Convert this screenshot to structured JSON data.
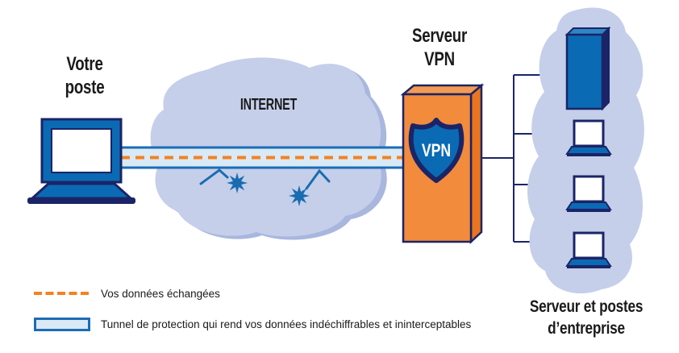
{
  "diagram": {
    "labels": {
      "your_station": "Votre\nposte",
      "internet": "INTERNET",
      "vpn_server": "Serveur\nVPN",
      "vpn_shield": "VPN",
      "enterprise": "Serveur et postes\nd’entreprise"
    },
    "legend": [
      {
        "swatch": "orange-dashed-line",
        "label": "Vos données échangées"
      },
      {
        "swatch": "protection-tunnel-rectangle",
        "label": "Tunnel de protection qui rend vos données indéchiffrables et ininterceptables"
      }
    ],
    "icons": {
      "your_laptop": "laptop-icon",
      "internet_cloud": "internet-cloud-icon",
      "attacks": "attack-arrow-starburst-icon",
      "vpn_server_box": "vpn-server-box-icon",
      "vpn_shield": "vpn-shield-icon",
      "enterprise_cloud": "enterprise-cloud-icon",
      "server_tower": "server-tower-icon",
      "workstations": "workstation-laptop-icon"
    },
    "colors": {
      "navy": "#1b2467",
      "blue": "#0b6ab4",
      "blue_mid": "#2e86c5",
      "cloud": "#c5cfea",
      "cloud_shadow": "#a9b6de",
      "tunnel_fill": "#d9e9f6",
      "tunnel_border": "#1c6cb5",
      "orange": "#f28b3c",
      "orange_side": "#e9751f",
      "orange_top": "#f49a52",
      "orange_dash": "#f5821f",
      "attack_blue": "#1a6cb0",
      "text": "#1a1a1a",
      "white": "#ffffff"
    }
  }
}
